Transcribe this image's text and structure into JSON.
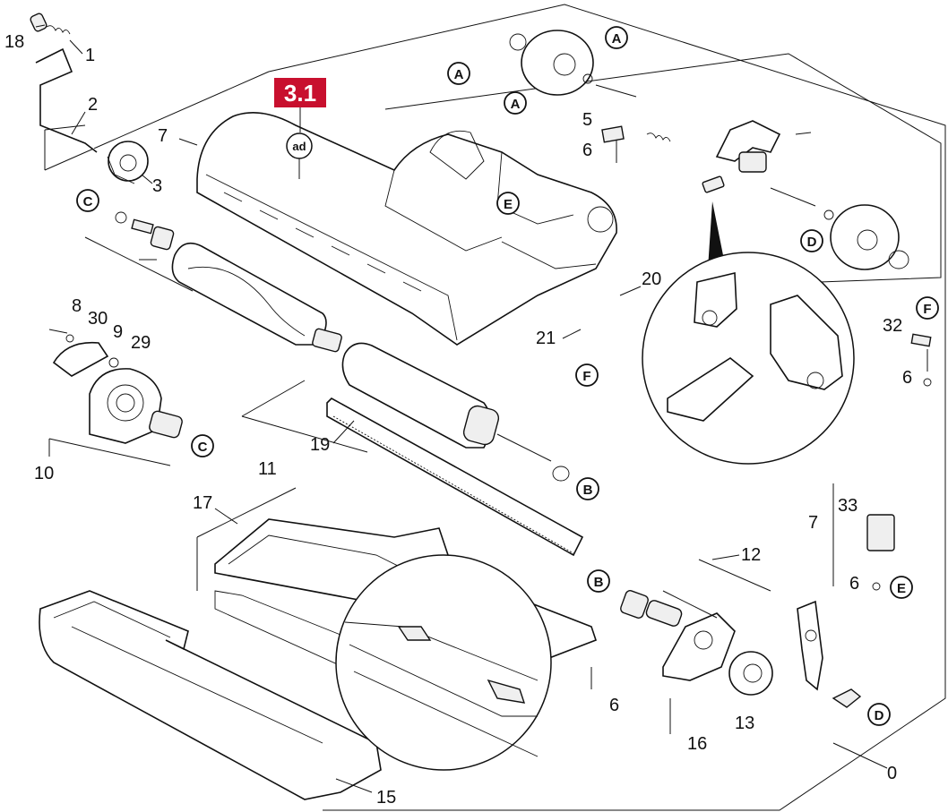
{
  "section_badge": {
    "label": "3.1",
    "color": "#c8102e"
  },
  "assembly_code": "ad",
  "part_numbers": [
    "18",
    "1",
    "2",
    "3",
    "7",
    "C",
    "8",
    "30",
    "9",
    "29",
    "10",
    "C",
    "11",
    "19",
    "B",
    "17",
    "15",
    "5",
    "6",
    "20",
    "21",
    "F",
    "12",
    "B",
    "6",
    "16",
    "13",
    "32",
    "6",
    "33",
    "7",
    "6",
    "E",
    "D",
    "0",
    "A",
    "A",
    "E",
    "A",
    "D",
    "F"
  ],
  "callouts": {
    "n18": "18",
    "n1": "1",
    "n2": "2",
    "n3": "3",
    "n7a": "7",
    "n8": "8",
    "n30": "30",
    "n9": "9",
    "n29": "29",
    "n10": "10",
    "n11": "11",
    "n19": "19",
    "n17": "17",
    "n15": "15",
    "n5": "5",
    "n6a": "6",
    "n20": "20",
    "n21": "21",
    "n12": "12",
    "n6b": "6",
    "n16": "16",
    "n13": "13",
    "n32": "32",
    "n6c": "6",
    "n33": "33",
    "n7b": "7",
    "n6d": "6",
    "n0": "0"
  },
  "reference_letters": {
    "A1": "A",
    "A2": "A",
    "A3": "A",
    "E1": "E",
    "C1": "C",
    "C2": "C",
    "B1": "B",
    "B2": "B",
    "D1": "D",
    "D2": "D",
    "F1": "F",
    "F2": "F",
    "E2": "E"
  }
}
